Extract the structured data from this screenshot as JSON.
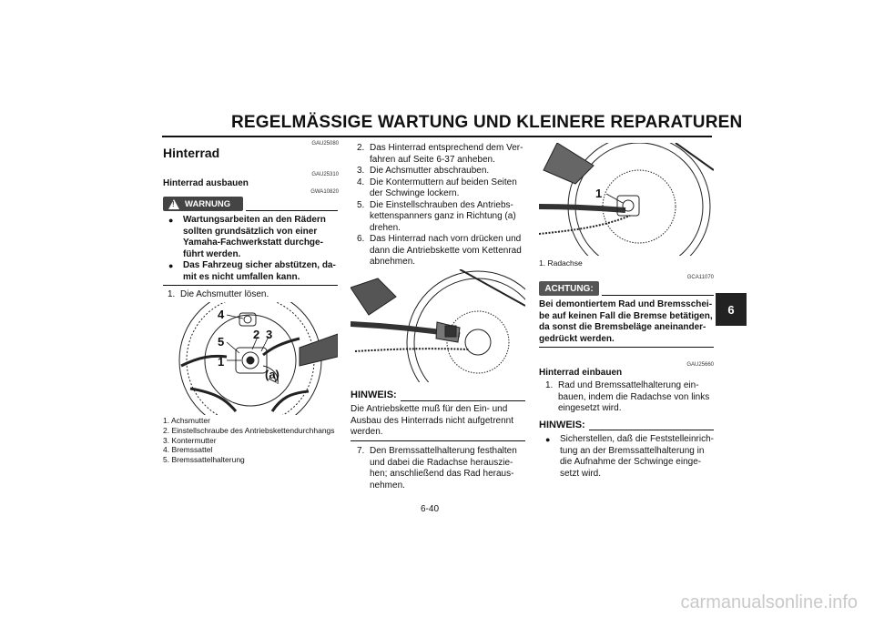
{
  "header": {
    "title": "REGELMÄSSIGE WARTUNG UND KLEINERE REPARATUREN",
    "chapter": "6"
  },
  "page_number": "6-40",
  "left": {
    "code1": "GAU25080",
    "heading": "Hinterrad",
    "code2": "GAU25310",
    "subheading": "Hinterrad ausbauen",
    "warning_code": "GWA10820",
    "warning_label": "WARNUNG",
    "warnings": [
      "Wartungsarbeiten an den Rädern sollten grundsätzlich von einer Yamaha-Fachwerkstatt durchge-führt werden.",
      "Das Fahrzeug sicher abstützen, da-mit es nicht umfallen kann."
    ],
    "step1_num": "1.",
    "step1": "Die Achsmutter lösen.",
    "callouts": {
      "c1": "1",
      "c2": "2",
      "c3": "3",
      "c4": "4",
      "c5": "5",
      "ca": "(a)"
    },
    "legend": [
      "1. Achsmutter",
      "2. Einstellschraube des Antriebskettendurchhangs",
      "3. Kontermutter",
      "4. Bremssattel",
      "5. Bremssattelhalterung"
    ]
  },
  "middle": {
    "steps": [
      {
        "num": "2.",
        "text": "Das Hinterrad entsprechend dem Ver-fahren auf Seite 6-37 anheben."
      },
      {
        "num": "3.",
        "text": "Die Achsmutter abschrauben."
      },
      {
        "num": "4.",
        "text": "Die Kontermuttern auf beiden Seiten der Schwinge lockern."
      },
      {
        "num": "5.",
        "text": "Die Einstellschrauben des Antriebs-kettenspanners ganz in Richtung (a) drehen."
      },
      {
        "num": "6.",
        "text": "Das Hinterrad nach vorn drücken und dann die Antriebskette vom Kettenrad abnehmen."
      }
    ],
    "note_label": "HINWEIS:",
    "note_text": "Die Antriebskette muß für den Ein- und Ausbau des Hinterrads nicht aufgetrennt werden.",
    "step7": {
      "num": "7.",
      "text": "Den Bremssattelhalterung festhalten und dabei die Radachse herauszie-hen; anschließend das Rad heraus-nehmen."
    }
  },
  "right": {
    "callout1": "1",
    "legend1": "1. Radachse",
    "achtung_code": "GCA11070",
    "achtung_label": "ACHTUNG:",
    "achtung_text": "Bei demontiertem Rad und Bremsschei-be auf keinen Fall die Bremse betätigen, da sonst die Bremsbeläge aneinander-gedrückt werden.",
    "code3": "GAU25660",
    "subheading": "Hinterrad einbauen",
    "step1_num": "1.",
    "step1": "Rad und Bremssattelhalterung ein-bauen, indem die Radachse von links eingesetzt wird.",
    "note_label": "HINWEIS:",
    "note_bullet": "Sicherstellen, daß die Feststelleinrich-tung an der Bremssattelhalterung in die Aufnahme der Schwinge einge-setzt wird."
  },
  "watermark": "carmanualsonline.info"
}
